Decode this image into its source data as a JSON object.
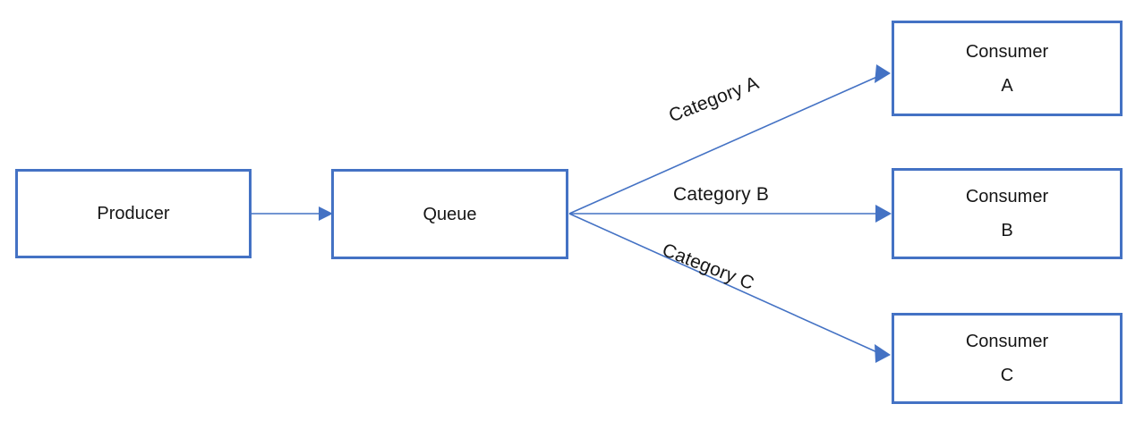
{
  "diagram": {
    "title": "Producer Queue Consumer routing diagram",
    "background_color": "#ffffff",
    "accent_color": "#4472C4",
    "text_color": "#161616",
    "nodes": [
      {
        "id": "producer",
        "label_line1": "Producer",
        "label_line2": ""
      },
      {
        "id": "queue",
        "label_line1": "Queue",
        "label_line2": ""
      },
      {
        "id": "consumer_a",
        "label_line1": "Consumer",
        "label_line2": "A"
      },
      {
        "id": "consumer_b",
        "label_line1": "Consumer",
        "label_line2": "B"
      },
      {
        "id": "consumer_c",
        "label_line1": "Consumer",
        "label_line2": "C"
      }
    ],
    "edges": [
      {
        "id": "producer_to_queue",
        "from": "producer",
        "to": "queue",
        "label": ""
      },
      {
        "id": "queue_to_a",
        "from": "queue",
        "to": "consumer_a",
        "label": "Category A"
      },
      {
        "id": "queue_to_b",
        "from": "queue",
        "to": "consumer_b",
        "label": "Category B"
      },
      {
        "id": "queue_to_c",
        "from": "queue",
        "to": "consumer_c",
        "label": "Category C"
      }
    ]
  }
}
